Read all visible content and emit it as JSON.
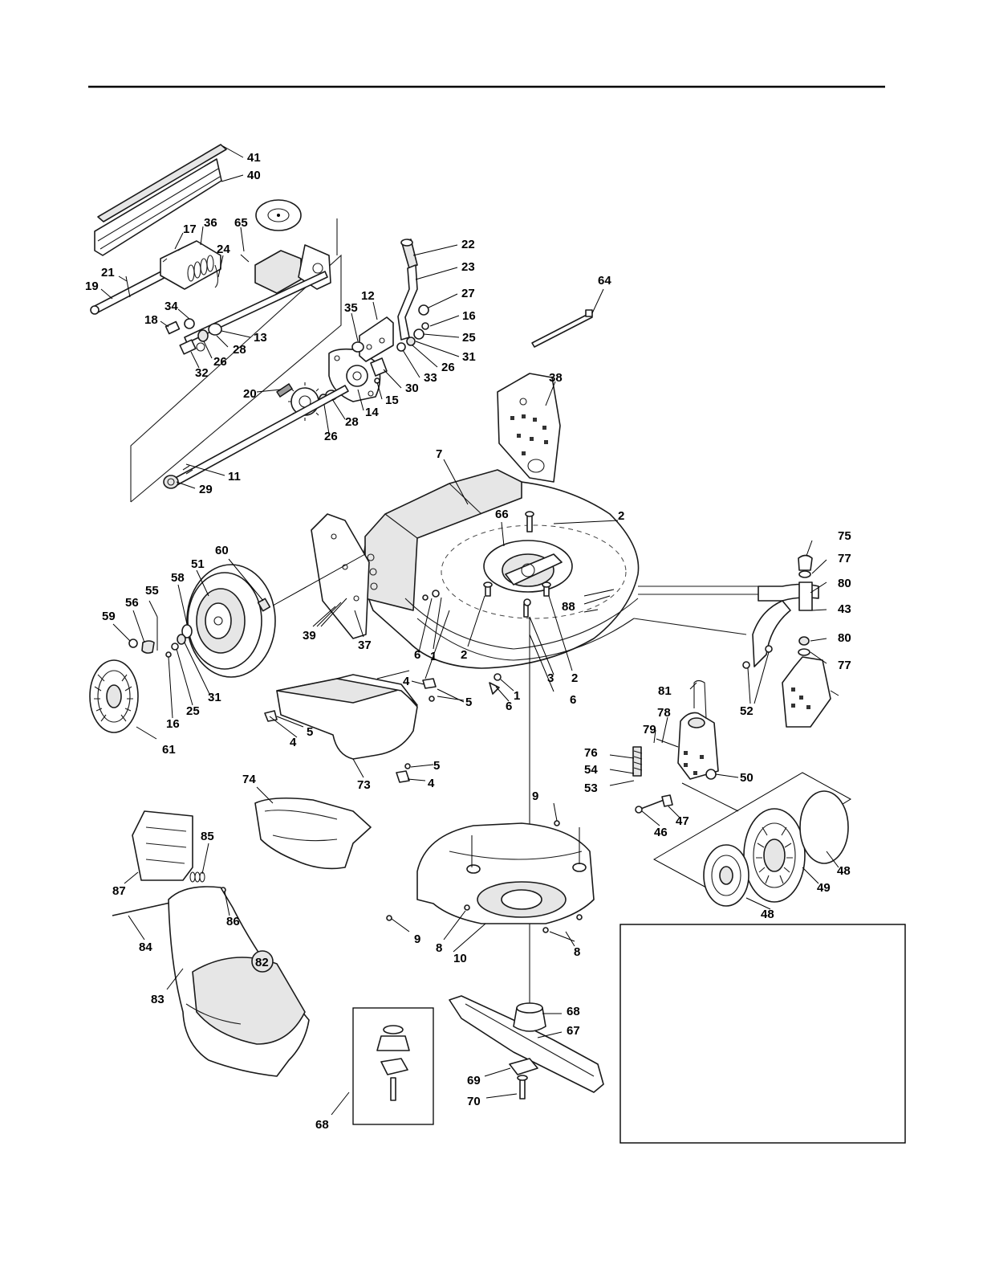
{
  "callouts": [
    {
      "id": "c41",
      "n": "41"
    },
    {
      "id": "c40",
      "n": "40"
    },
    {
      "id": "c17",
      "n": "17"
    },
    {
      "id": "c36",
      "n": "36"
    },
    {
      "id": "c65",
      "n": "65"
    },
    {
      "id": "c24",
      "n": "24"
    },
    {
      "id": "c21",
      "n": "21"
    },
    {
      "id": "c19",
      "n": "19"
    },
    {
      "id": "c34",
      "n": "34"
    },
    {
      "id": "c18",
      "n": "18"
    },
    {
      "id": "c13",
      "n": "13"
    },
    {
      "id": "c28a",
      "n": "28"
    },
    {
      "id": "c26a",
      "n": "26"
    },
    {
      "id": "c32",
      "n": "32"
    },
    {
      "id": "c35",
      "n": "35"
    },
    {
      "id": "c12",
      "n": "12"
    },
    {
      "id": "c22",
      "n": "22"
    },
    {
      "id": "c23",
      "n": "23"
    },
    {
      "id": "c27",
      "n": "27"
    },
    {
      "id": "c16a",
      "n": "16"
    },
    {
      "id": "c25a",
      "n": "25"
    },
    {
      "id": "c31a",
      "n": "31"
    },
    {
      "id": "c26b",
      "n": "26"
    },
    {
      "id": "c33",
      "n": "33"
    },
    {
      "id": "c30",
      "n": "30"
    },
    {
      "id": "c15",
      "n": "15"
    },
    {
      "id": "c14",
      "n": "14"
    },
    {
      "id": "c28b",
      "n": "28"
    },
    {
      "id": "c26c",
      "n": "26"
    },
    {
      "id": "c20",
      "n": "20"
    },
    {
      "id": "c11",
      "n": "11"
    },
    {
      "id": "c29",
      "n": "29"
    },
    {
      "id": "c64",
      "n": "64"
    },
    {
      "id": "c38",
      "n": "38"
    },
    {
      "id": "c7",
      "n": "7"
    },
    {
      "id": "c66",
      "n": "66"
    },
    {
      "id": "c2a",
      "n": "2"
    },
    {
      "id": "c75",
      "n": "75"
    },
    {
      "id": "c77a",
      "n": "77"
    },
    {
      "id": "c80a",
      "n": "80"
    },
    {
      "id": "c43",
      "n": "43"
    },
    {
      "id": "c80b",
      "n": "80"
    },
    {
      "id": "c77b",
      "n": "77"
    },
    {
      "id": "c88",
      "n": "88"
    },
    {
      "id": "c60",
      "n": "60"
    },
    {
      "id": "c51",
      "n": "51"
    },
    {
      "id": "c58",
      "n": "58"
    },
    {
      "id": "c56",
      "n": "56"
    },
    {
      "id": "c55",
      "n": "55"
    },
    {
      "id": "c59",
      "n": "59"
    },
    {
      "id": "c39",
      "n": "39"
    },
    {
      "id": "c37",
      "n": "37"
    },
    {
      "id": "c2b",
      "n": "2"
    },
    {
      "id": "c6a",
      "n": "6"
    },
    {
      "id": "c1a",
      "n": "1"
    },
    {
      "id": "c3",
      "n": "3"
    },
    {
      "id": "c2c",
      "n": "2"
    },
    {
      "id": "c6b",
      "n": "6"
    },
    {
      "id": "c4a",
      "n": "4"
    },
    {
      "id": "c5a",
      "n": "5"
    },
    {
      "id": "c1b",
      "n": "1"
    },
    {
      "id": "c6c",
      "n": "6"
    },
    {
      "id": "c52",
      "n": "52"
    },
    {
      "id": "c16b",
      "n": "16"
    },
    {
      "id": "c25b",
      "n": "25"
    },
    {
      "id": "c31b",
      "n": "31"
    },
    {
      "id": "c61",
      "n": "61"
    },
    {
      "id": "c4b",
      "n": "4"
    },
    {
      "id": "c5b",
      "n": "5"
    },
    {
      "id": "c5c",
      "n": "5"
    },
    {
      "id": "c4c",
      "n": "4"
    },
    {
      "id": "c73",
      "n": "73"
    },
    {
      "id": "c81",
      "n": "81"
    },
    {
      "id": "c78",
      "n": "78"
    },
    {
      "id": "c79",
      "n": "79"
    },
    {
      "id": "c76",
      "n": "76"
    },
    {
      "id": "c54",
      "n": "54"
    },
    {
      "id": "c53",
      "n": "53"
    },
    {
      "id": "c50",
      "n": "50"
    },
    {
      "id": "c74",
      "n": "74"
    },
    {
      "id": "c9a",
      "n": "9"
    },
    {
      "id": "c46",
      "n": "46"
    },
    {
      "id": "c47",
      "n": "47"
    },
    {
      "id": "c85",
      "n": "85"
    },
    {
      "id": "c87",
      "n": "87"
    },
    {
      "id": "c86",
      "n": "86"
    },
    {
      "id": "c84",
      "n": "84"
    },
    {
      "id": "c9b",
      "n": "9"
    },
    {
      "id": "c8a",
      "n": "8"
    },
    {
      "id": "c10",
      "n": "10"
    },
    {
      "id": "c8b",
      "n": "8"
    },
    {
      "id": "c48a",
      "n": "48"
    },
    {
      "id": "c49",
      "n": "49"
    },
    {
      "id": "c48b",
      "n": "48"
    },
    {
      "id": "c82",
      "n": "82"
    },
    {
      "id": "c83",
      "n": "83"
    },
    {
      "id": "c68a",
      "n": "68"
    },
    {
      "id": "c67",
      "n": "67"
    },
    {
      "id": "c69",
      "n": "69"
    },
    {
      "id": "c70",
      "n": "70"
    },
    {
      "id": "c68b",
      "n": "68"
    }
  ]
}
